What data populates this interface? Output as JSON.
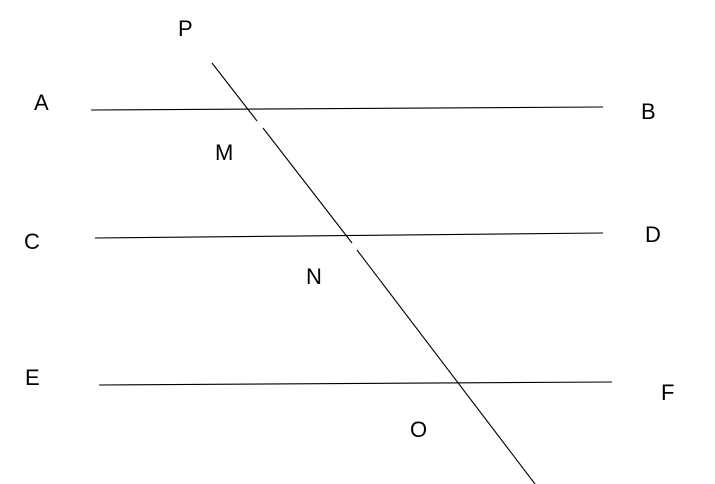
{
  "colors": {
    "stroke": "#000000",
    "background": "#ffffff"
  },
  "labels": {
    "P": "P",
    "A": "A",
    "B": "B",
    "M": "M",
    "C": "C",
    "D": "D",
    "N": "N",
    "E": "E",
    "F": "F",
    "O": "O"
  }
}
